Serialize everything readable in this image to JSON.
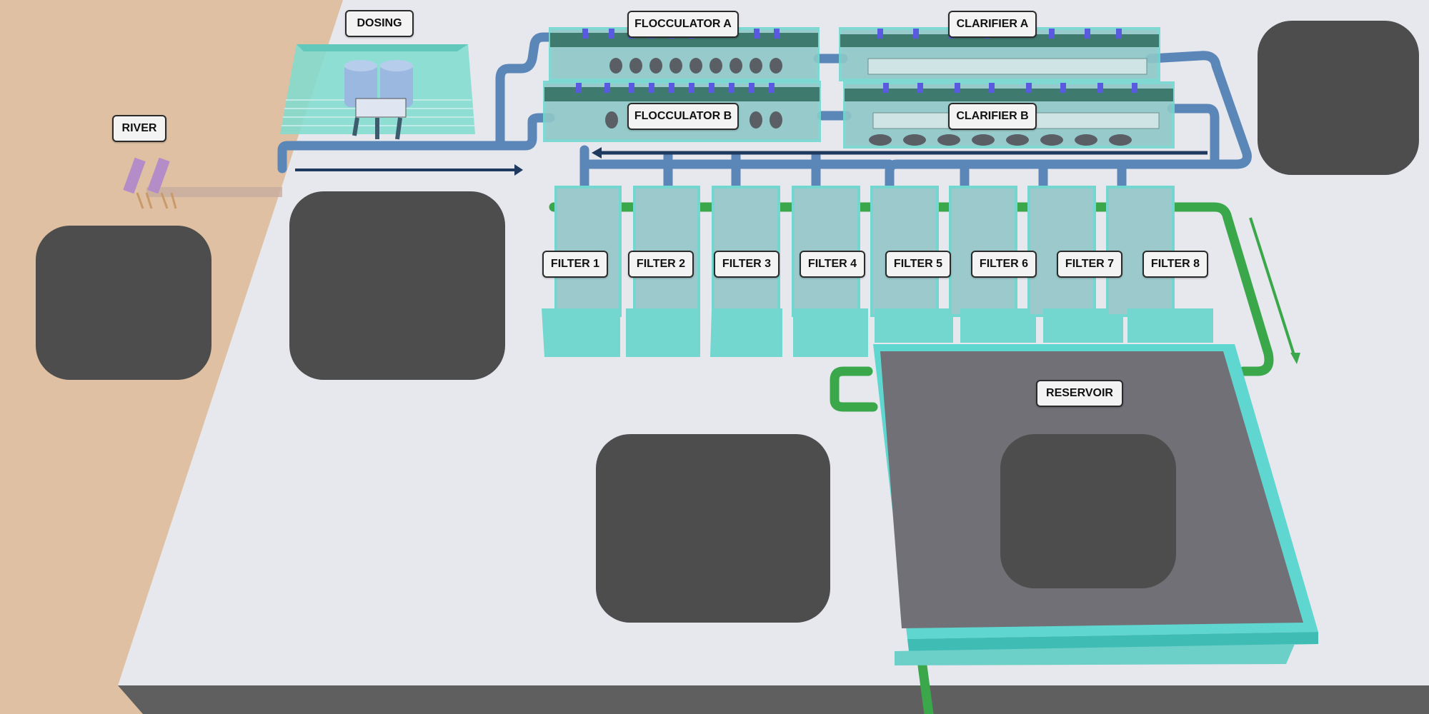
{
  "labels": {
    "dosing": "DOSING",
    "river": "RIVER",
    "flocculator_a": "FLOCCULATOR A",
    "flocculator_b": "FLOCCULATOR B",
    "clarifier_a": "CLARIFIER A",
    "clarifier_b": "CLARIFIER B",
    "filters": [
      "FILTER 1",
      "FILTER 2",
      "FILTER 3",
      "FILTER 4",
      "FILTER 5",
      "FILTER 6",
      "FILTER 7",
      "FILTER 8"
    ],
    "reservoir": "RESERVOIR"
  },
  "colors": {
    "ground": "#dfc0a2",
    "platform": "#e6e8ee",
    "platform_edge": "#5f5f5f",
    "basin": "#74d7cf",
    "basin_water": "#8fb8c4",
    "raw_pipe": "#5a86b8",
    "clean_pipe": "#3aa84a",
    "flow_arrow_dark": "#1f3a5f",
    "panel": "#4d4d4d",
    "dosing_tank": "#9bb8e0",
    "valve": "#5a5ae0",
    "intake": "#b48cc8",
    "reservoir_water": "#707076"
  },
  "icons": [
    "flow-arrow-right",
    "flow-arrow-left",
    "flow-arrow-down",
    "valve-icon",
    "tank-icon",
    "intake-pump-icon"
  ]
}
